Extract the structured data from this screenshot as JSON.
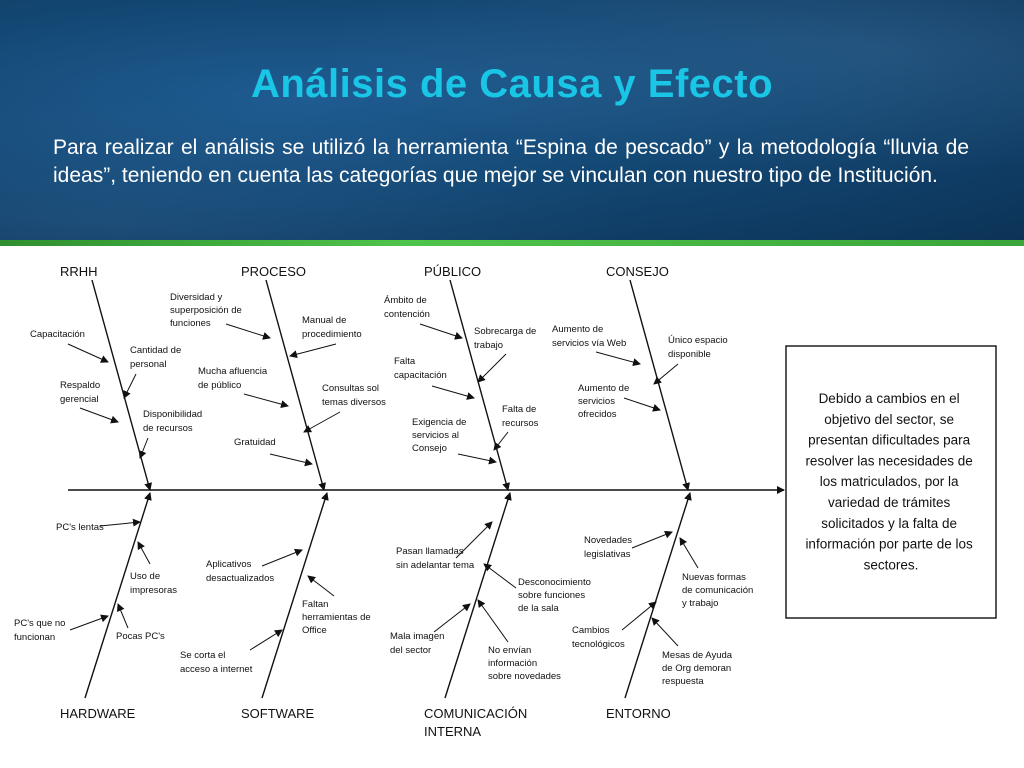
{
  "slide": {
    "title": "Análisis de Causa y Efecto",
    "intro": "Para realizar el análisis se utilizó la herramienta “Espina de pescado” y la metodología “lluvia de ideas”, teniendo en cuenta las categorías que mejor se vinculan con nuestro tipo de Institución."
  },
  "diagram": {
    "categories": {
      "rrhh": "RRHH",
      "proceso": "PROCESO",
      "publico": "PÚBLICO",
      "consejo": "CONSEJO",
      "hardware": "HARDWARE",
      "software": "SOFTWARE",
      "comunicacion": [
        "COMUNICACIÓN",
        "INTERNA"
      ],
      "entorno": "ENTORNO"
    },
    "causes": {
      "capacitacion": [
        "Capacitación"
      ],
      "cantidad_personal": [
        "Cantidad de",
        "personal"
      ],
      "respaldo_gerencial": [
        "Respaldo",
        "gerencial"
      ],
      "disponibilidad_recursos": [
        "Disponibilidad",
        "de recursos"
      ],
      "diversidad_funciones": [
        "Diversidad y",
        "superposición de",
        "funciones"
      ],
      "manual_procedimiento": [
        "Manual de",
        "procedimiento"
      ],
      "afluencia_publico": [
        "Mucha afluencia",
        "de público"
      ],
      "consultas_temas": [
        "Consultas sol",
        "temas diversos"
      ],
      "gratuidad": [
        "Gratuidad"
      ],
      "ambito_contencion": [
        "Ámbito de",
        "contención"
      ],
      "sobrecarga_trabajo": [
        "Sobrecarga de",
        "trabajo"
      ],
      "falta_capacitacion": [
        "Falta",
        "capacitación"
      ],
      "falta_recursos": [
        "Falta de",
        "recursos"
      ],
      "exigencia_servicios": [
        "Exigencia de",
        "servicios al",
        "Consejo"
      ],
      "aumento_servicios_web": [
        "Aumento de",
        "servicios vía Web"
      ],
      "unico_espacio": [
        "Único espacio",
        "disponible"
      ],
      "aumento_servicios_ofrecidos": [
        "Aumento de",
        "servicios",
        "ofrecidos"
      ],
      "pcs_lentas": [
        "PC's lentas"
      ],
      "uso_impresoras": [
        "Uso de",
        "impresoras"
      ],
      "pcs_no_funcionan": [
        "PC's que no",
        "funcionan"
      ],
      "pocas_pcs": [
        "Pocas PC's"
      ],
      "aplicativos_desactualizados": [
        "Aplicativos",
        "desactualizados"
      ],
      "faltan_herramientas": [
        "Faltan",
        "herramientas de",
        "Office"
      ],
      "corta_internet": [
        "Se corta el",
        "acceso a internet"
      ],
      "pasan_llamadas": [
        "Pasan llamadas",
        "sin adelantar tema"
      ],
      "desconocimiento_funciones": [
        "Desconocimiento",
        "sobre funciones",
        "de la sala"
      ],
      "mala_imagen": [
        "Mala imagen",
        "del sector"
      ],
      "no_envian_info": [
        "No envían",
        "información",
        "sobre novedades"
      ],
      "novedades_legislativas": [
        "Novedades",
        "legislativas"
      ],
      "nuevas_formas": [
        "Nuevas formas",
        "de comunicación",
        "y trabajo"
      ],
      "cambios_tecnologicos": [
        "Cambios",
        "tecnológicos"
      ],
      "mesas_ayuda": [
        "Mesas de Ayuda",
        "de Org demoran",
        "respuesta"
      ]
    },
    "effect": [
      "Debido a cambios en el",
      "objetivo del sector, se",
      "presentan dificultades para",
      "resolver las necesidades de",
      "los matriculados, por la",
      "variedad de trámites",
      "solicitados y la falta de",
      "información por parte de los",
      "sectores."
    ]
  }
}
